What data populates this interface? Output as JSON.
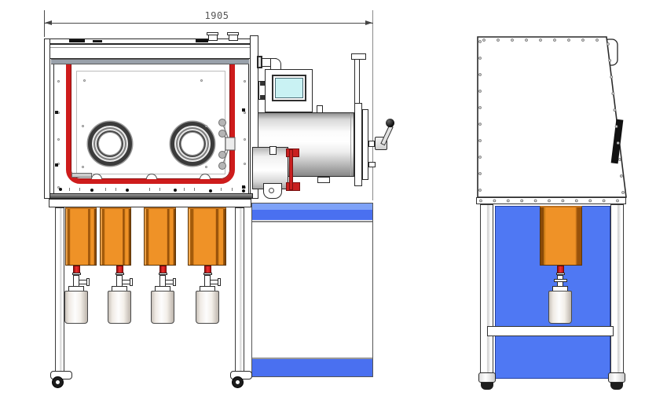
{
  "dimension": {
    "label": "1905"
  },
  "views": {
    "front_view": {
      "glove_ports": 2,
      "top_ports": 2,
      "filter_columns": 4,
      "filter_canisters": 4,
      "antechamber": {
        "door_lever": 1,
        "touchscreen": 1
      }
    },
    "side_view": {
      "filter_columns": 1,
      "filter_canisters": 1,
      "handle": 1
    }
  },
  "colors": {
    "outline": "#2a2a2a",
    "gasket_red": "#ce1c1c",
    "clamp_red": "#c92020",
    "column_orange": "#ef9227",
    "panel_blue": "#4f78f3",
    "band_blue_light": "#7ea2f7",
    "screen_cyan": "#c9f2f3"
  }
}
